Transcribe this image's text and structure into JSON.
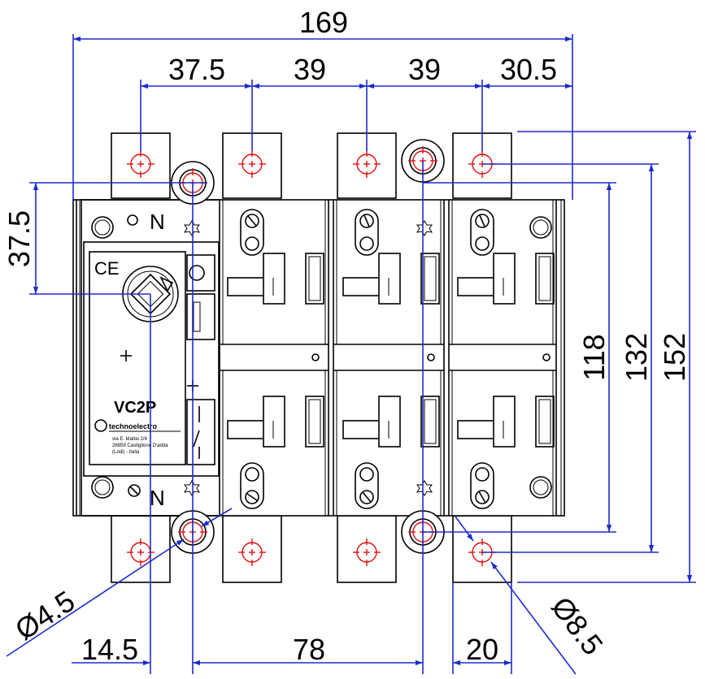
{
  "drawing": {
    "dimensions": {
      "overall_width": "169",
      "pitch_1": "37.5",
      "pitch_2": "39",
      "pitch_3": "39",
      "pitch_4": "30.5",
      "left_vertical": "37.5",
      "height_inner": "118",
      "height_mid": "132",
      "height_outer": "152",
      "hole_small": "Ø4.5",
      "hole_large": "Ø8.5",
      "bottom_left": "14.5",
      "bottom_mid": "78",
      "bottom_right": "20"
    },
    "labels": {
      "model": "VC2P",
      "ce_mark": "CE",
      "n_top": "N",
      "n_bottom": "N",
      "brand": "technoelectro",
      "address_1": "via E. Mattei 2/4",
      "address_2": "26859 Castiglione D'adda",
      "address_3": "(Lodi) - Italia"
    }
  }
}
